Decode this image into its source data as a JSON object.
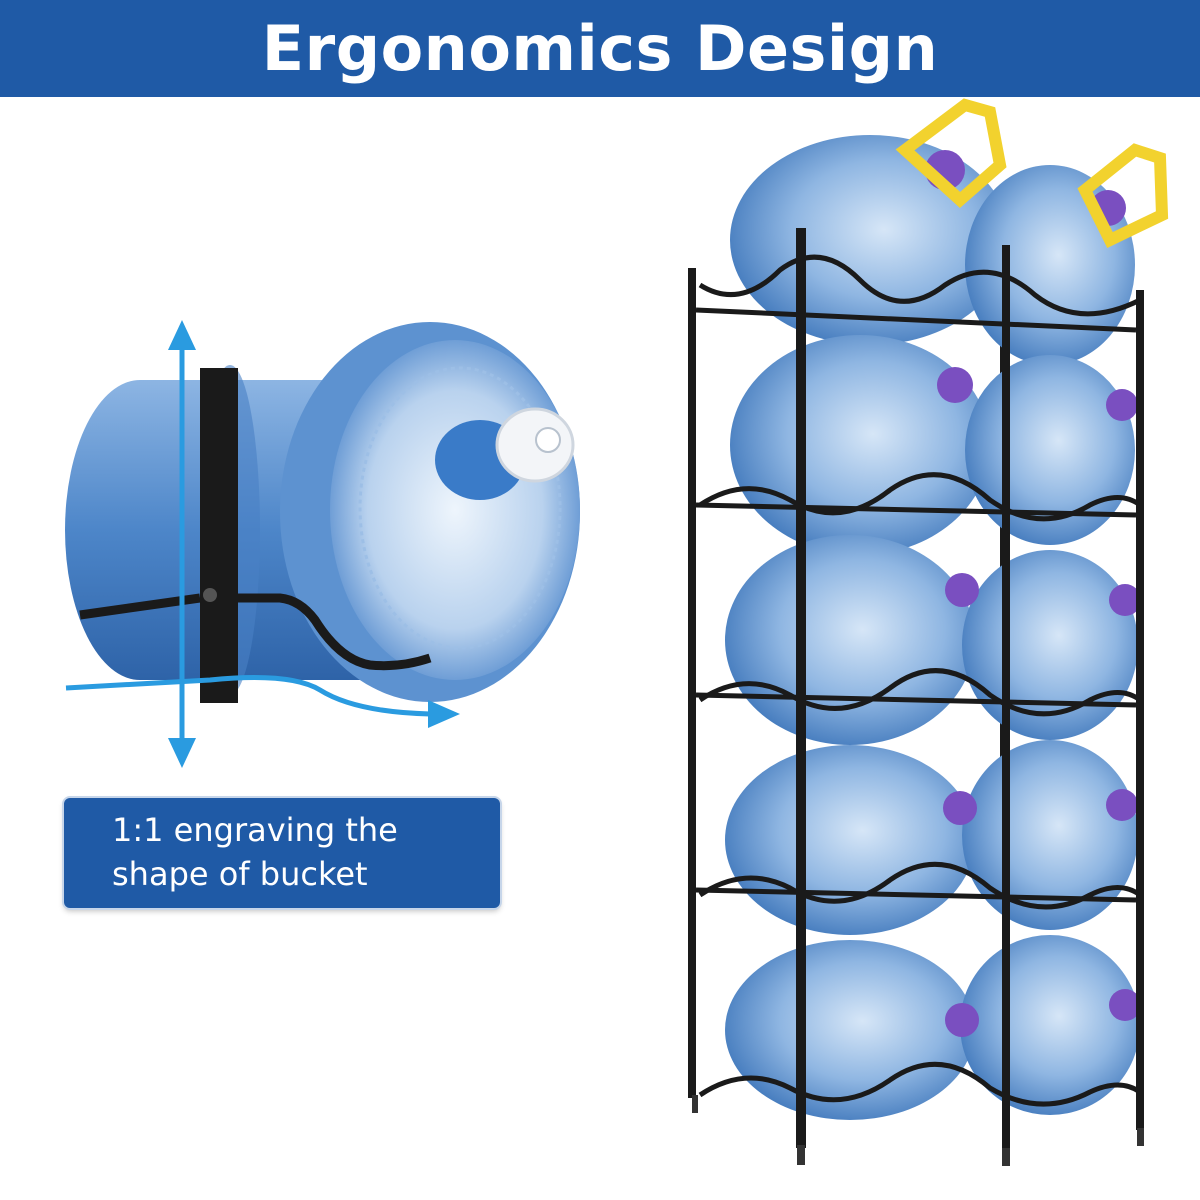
{
  "banner": {
    "title": "Ergonomics Design"
  },
  "caption": {
    "line1": "1:1 engraving the",
    "line2": "shape of bucket"
  },
  "colors": {
    "brand_blue": "#1f5aa6",
    "arrow_blue": "#2a9be0",
    "rack_black": "#1a1a1a",
    "bottle_blue": "#5f93cf",
    "cap_purple": "#7a4fc0",
    "handle_yellow": "#f2d22e"
  },
  "icons": {
    "vertical_arrow": "double-headed-arrow-icon",
    "horizontal_arrow": "curved-arrow-icon"
  }
}
